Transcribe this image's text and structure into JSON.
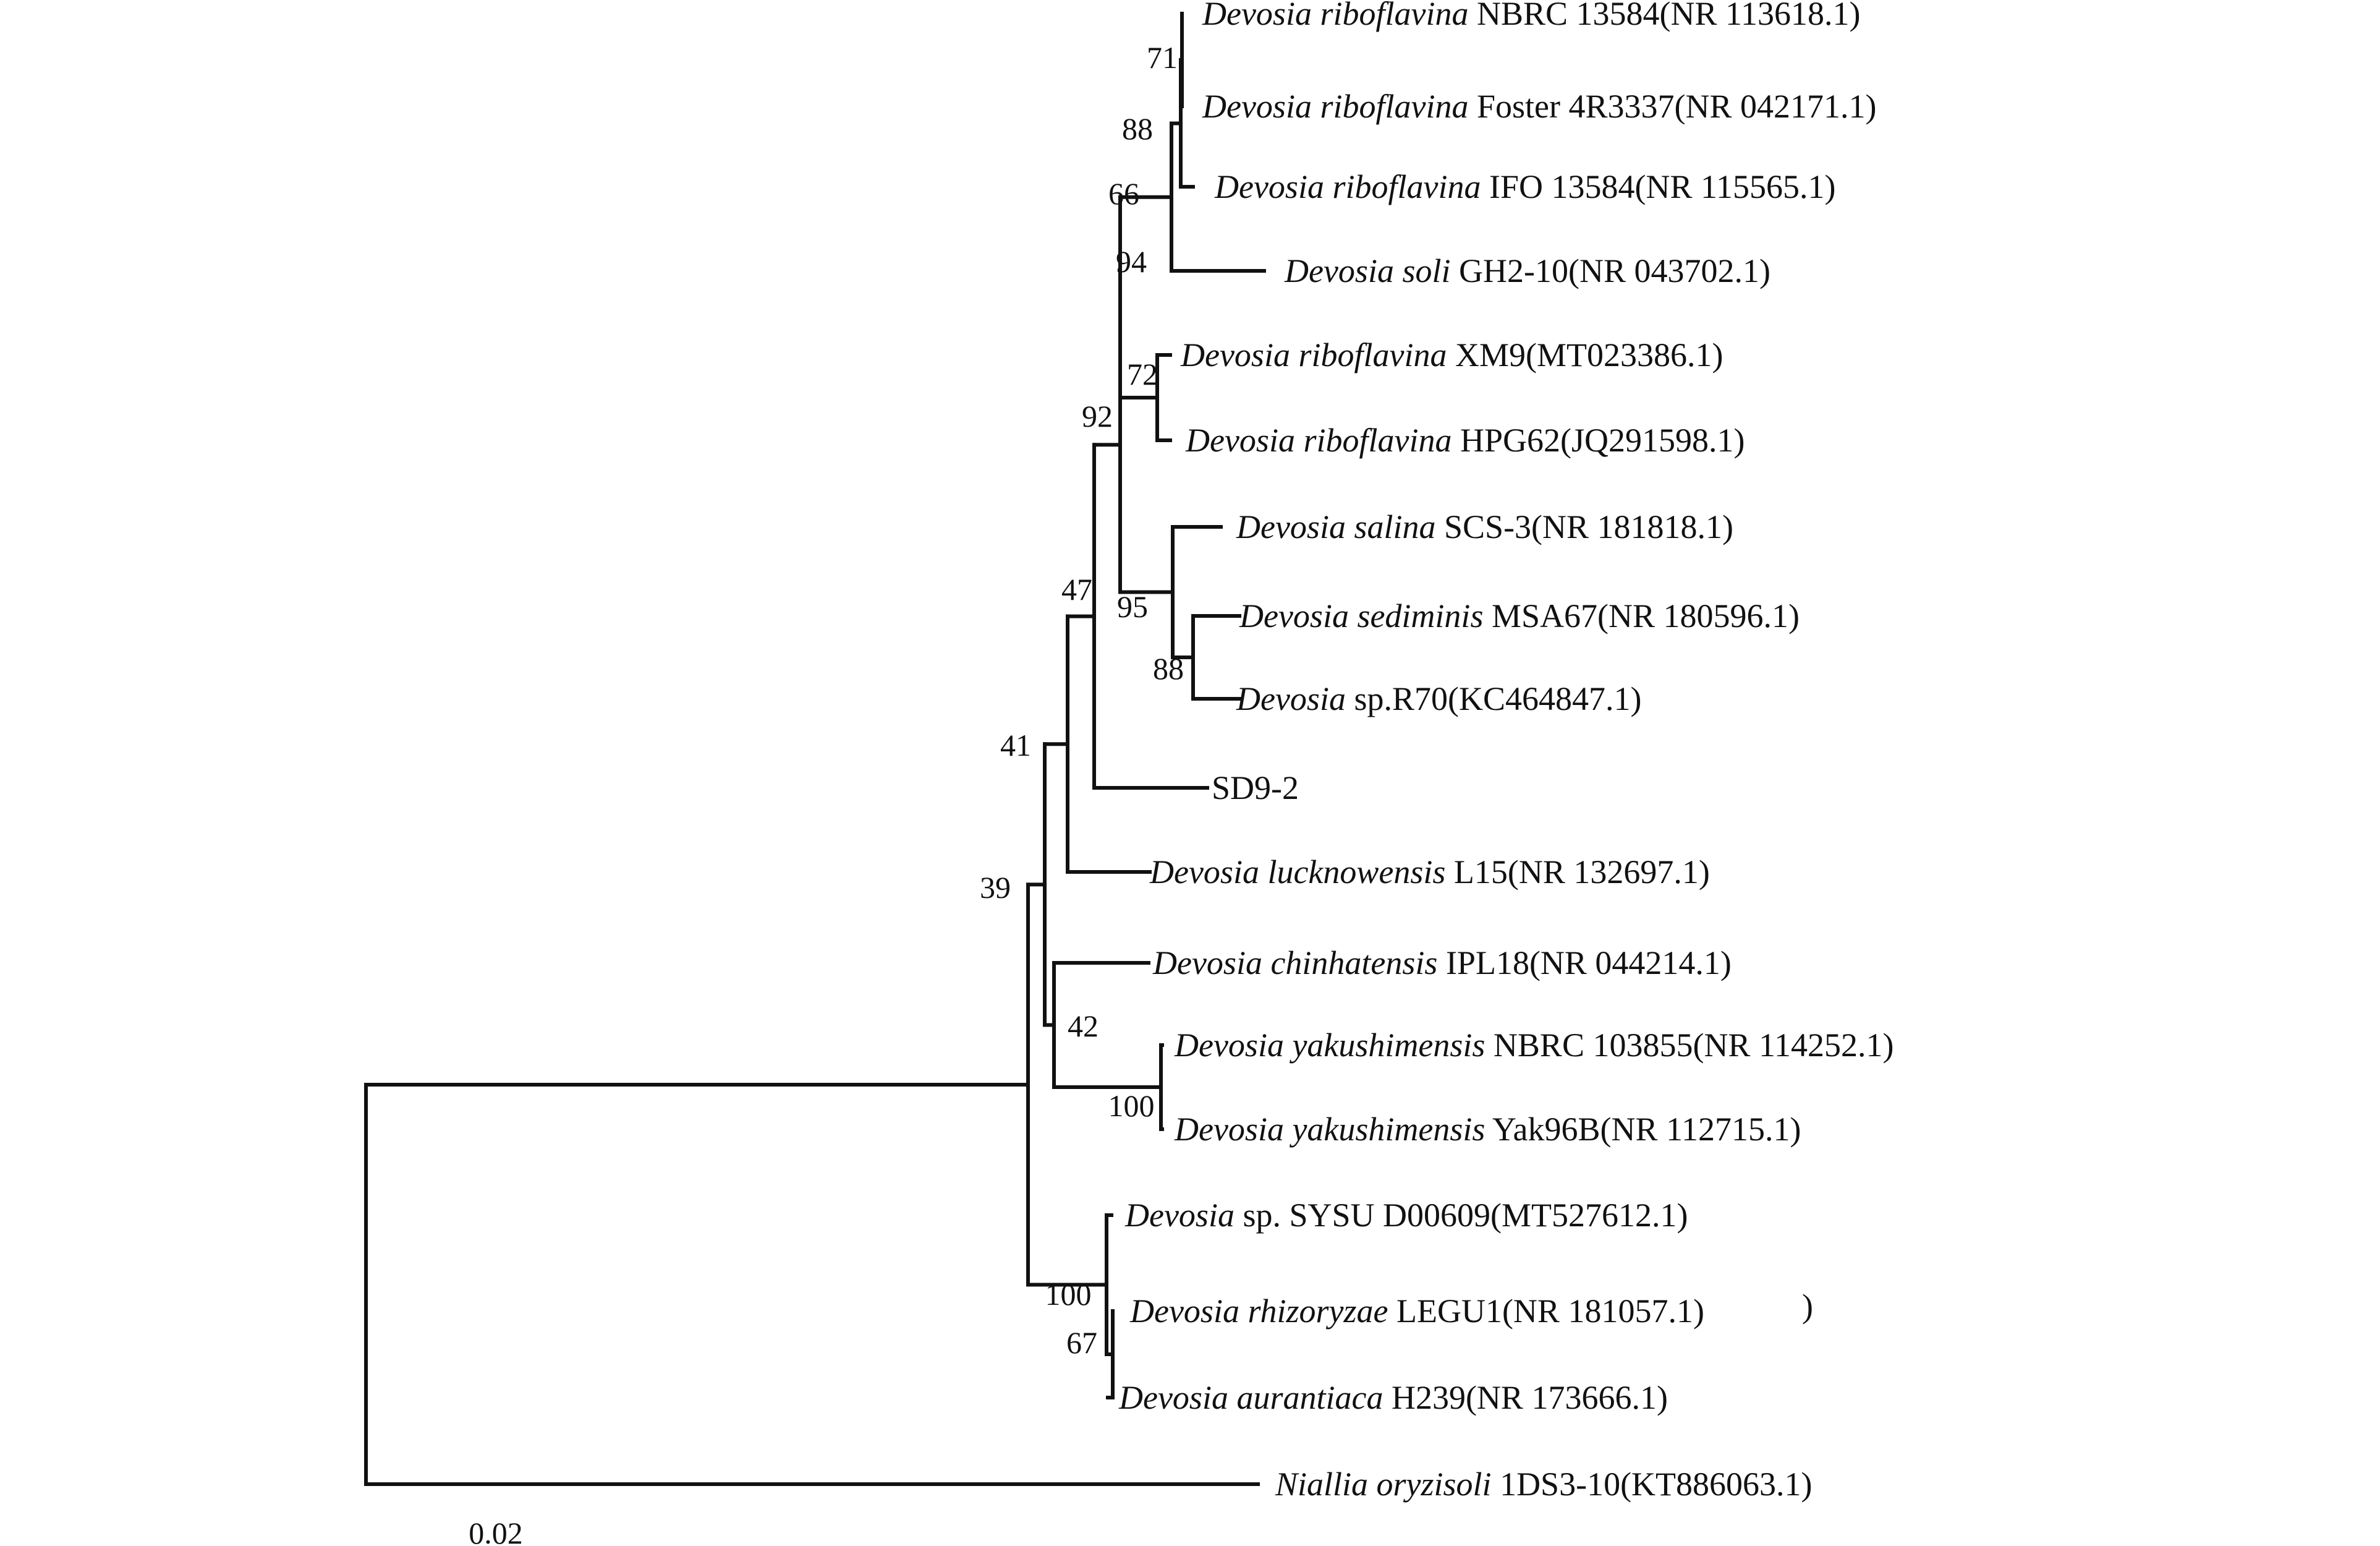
{
  "tree": {
    "leaves": [
      {
        "id": "L1",
        "genus": "Devosia",
        "species": "riboflavina",
        "strain": "NBRC 13584(NR 113618.1)"
      },
      {
        "id": "L2",
        "genus": "Devosia",
        "species": "riboflavina",
        "strain": "Foster 4R3337(NR 042171.1)"
      },
      {
        "id": "L3",
        "genus": "Devosia",
        "species": "riboflavina",
        "strain": "IFO 13584(NR 115565.1)"
      },
      {
        "id": "L4",
        "genus": "Devosia",
        "species": "soli",
        "strain": "GH2-10(NR 043702.1)"
      },
      {
        "id": "L5",
        "genus": "Devosia",
        "species": "riboflavina",
        "strain": "XM9(MT023386.1)"
      },
      {
        "id": "L6",
        "genus": "Devosia",
        "species": "riboflavina",
        "strain": "HPG62(JQ291598.1)"
      },
      {
        "id": "L7",
        "genus": "Devosia",
        "species": "salina",
        "strain": "SCS-3(NR 181818.1)"
      },
      {
        "id": "L8",
        "genus": "Devosia",
        "species": "sediminis",
        "strain": "MSA67(NR 180596.1)"
      },
      {
        "id": "L9",
        "genus": "Devosia",
        "species": "",
        "strain": "sp.R70(KC464847.1)"
      },
      {
        "id": "L10",
        "genus": "",
        "species": "",
        "strain": "SD9-2"
      },
      {
        "id": "L11",
        "genus": "Devosia",
        "species": "lucknowensis",
        "strain": "L15(NR 132697.1)"
      },
      {
        "id": "L12",
        "genus": "Devosia",
        "species": "chinhatensis",
        "strain": "IPL18(NR 044214.1)"
      },
      {
        "id": "L13",
        "genus": "Devosia",
        "species": "yakushimensis",
        "strain": "NBRC 103855(NR 114252.1)"
      },
      {
        "id": "L14",
        "genus": "Devosia",
        "species": "yakushimensis",
        "strain": "Yak96B(NR 112715.1)"
      },
      {
        "id": "L15",
        "genus": "Devosia",
        "species": "",
        "strain": "sp. SYSU D00609(MT527612.1)"
      },
      {
        "id": "L16",
        "genus": "Devosia",
        "species": "rhizoryzae",
        "strain": "LEGU1(NR 181057.1)"
      },
      {
        "id": "L17",
        "genus": "Devosia",
        "species": "aurantiaca",
        "strain": "H239(NR 173666.1)"
      },
      {
        "id": "L18",
        "genus": "Niallia",
        "species": "oryzisoli",
        "strain": "1DS3-10(KT886063.1)"
      }
    ],
    "bootstrap": [
      {
        "node": "N_L1_L2",
        "value": "71"
      },
      {
        "node": "N_L123",
        "value": "88"
      },
      {
        "node": "N_L1234",
        "value": "66"
      },
      {
        "node": "N_L1to6",
        "value": "94"
      },
      {
        "node": "N_L5_L6",
        "value": "72"
      },
      {
        "node": "N_L1to9",
        "value": "92"
      },
      {
        "node": "N_L7to9",
        "value": "95"
      },
      {
        "node": "N_L8_L9",
        "value": "88"
      },
      {
        "node": "N_L1to10",
        "value": "47"
      },
      {
        "node": "N_L1to11",
        "value": "41"
      },
      {
        "node": "N_L1to14",
        "value": "39"
      },
      {
        "node": "N_L12to14",
        "value": "42"
      },
      {
        "node": "N_L13_L14",
        "value": "100"
      },
      {
        "node": "N_L15to17",
        "value": "100"
      },
      {
        "node": "N_L16_L17",
        "value": "67"
      }
    ],
    "scale_bar": {
      "label": "0.02",
      "length": 0.02
    },
    "stray_mark": ")"
  }
}
